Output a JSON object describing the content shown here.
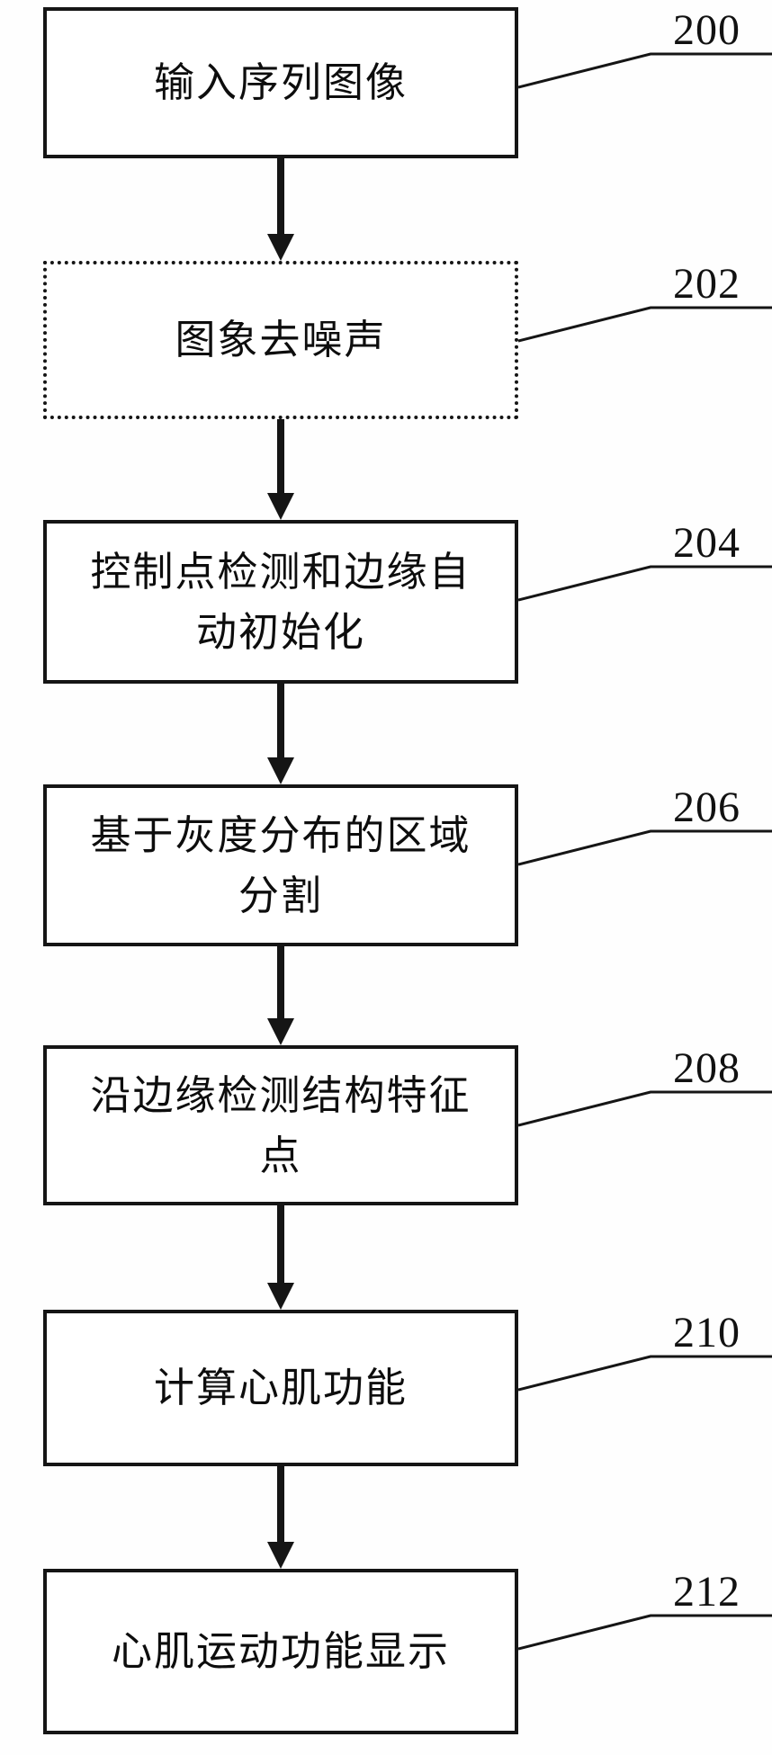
{
  "figure": {
    "background": "#ffffff",
    "ink": "#151515",
    "type": "flowchart",
    "direction": "top-down"
  },
  "nodes": [
    {
      "ref": "200",
      "text": "输入序列图像",
      "border": "solid"
    },
    {
      "ref": "202",
      "text": "图象去噪声",
      "border": "dotted"
    },
    {
      "ref": "204",
      "text": "控制点检测和边缘自动初始化",
      "border": "solid"
    },
    {
      "ref": "206",
      "text": "基于灰度分布的区域分割",
      "border": "solid"
    },
    {
      "ref": "208",
      "text": "沿边缘检测结构特征点",
      "border": "solid"
    },
    {
      "ref": "210",
      "text": "计算心肌功能",
      "border": "solid"
    },
    {
      "ref": "212",
      "text": "心肌运动功能显示",
      "border": "solid"
    }
  ]
}
